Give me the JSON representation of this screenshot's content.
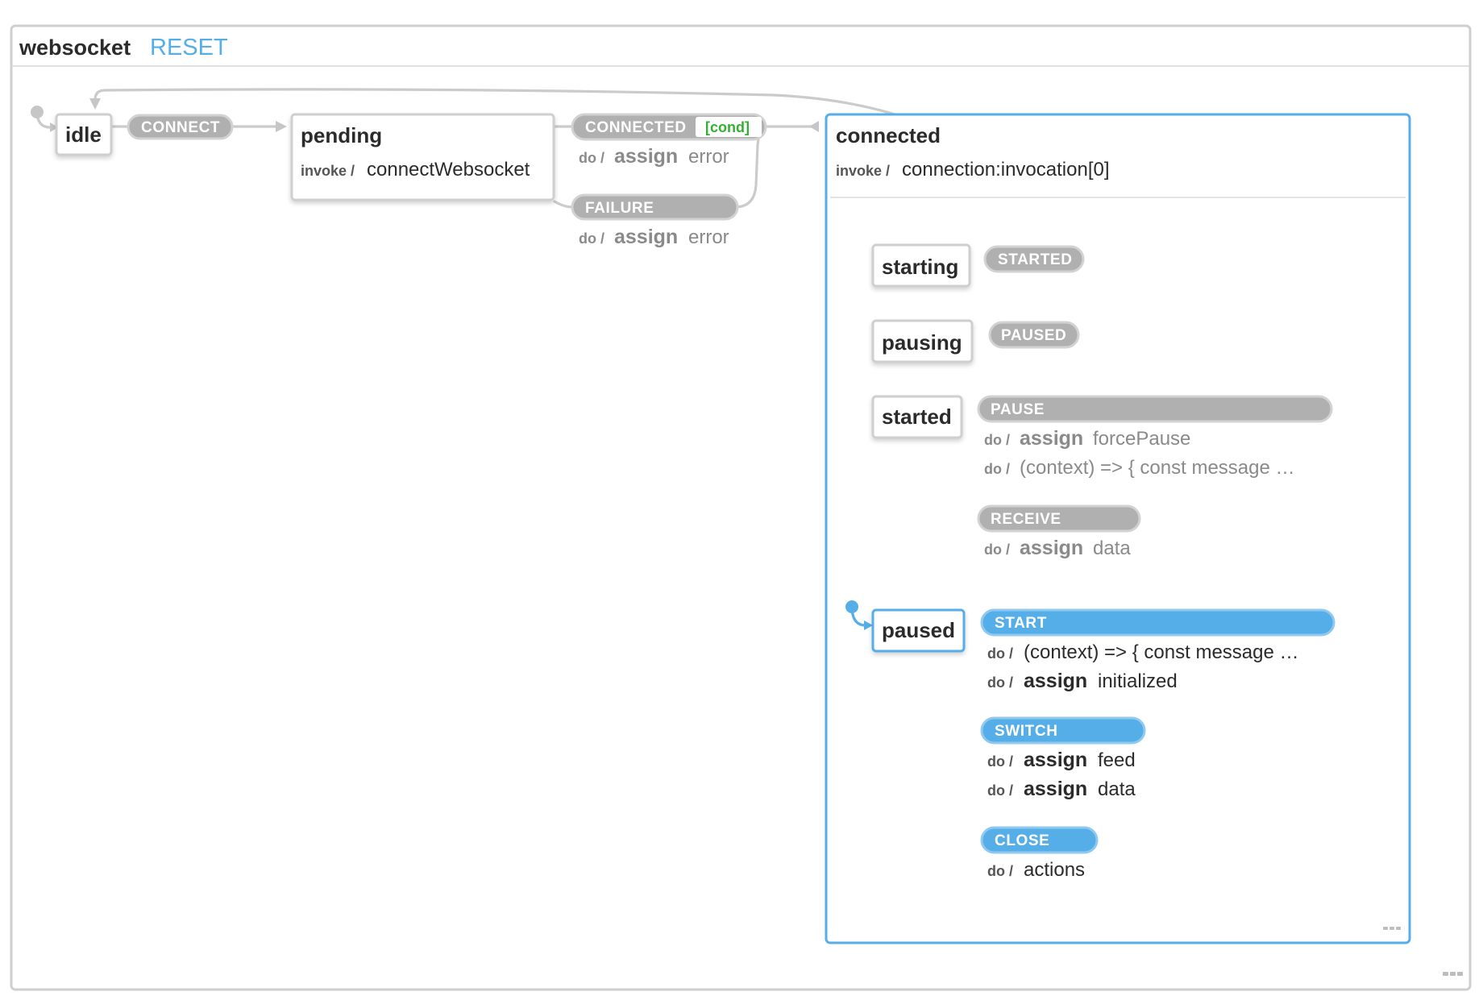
{
  "machine": {
    "title": "websocket",
    "reset_label": "RESET"
  },
  "states": {
    "idle": {
      "name": "idle"
    },
    "pending": {
      "name": "pending",
      "invoke_label": "invoke /",
      "invoke_value": "connectWebsocket"
    },
    "connected": {
      "name": "connected",
      "invoke_label": "invoke /",
      "invoke_value": "connection:invocation[0]"
    },
    "starting": {
      "name": "starting"
    },
    "pausing": {
      "name": "pausing"
    },
    "started": {
      "name": "started"
    },
    "paused": {
      "name": "paused"
    }
  },
  "transitions": {
    "connect": {
      "event": "CONNECT"
    },
    "connected_evt": {
      "event": "CONNECTED",
      "guard": "[cond]",
      "do_label": "do /",
      "action_keyword": "assign",
      "action_value": "error"
    },
    "failure": {
      "event": "FAILURE",
      "do_label": "do /",
      "action_keyword": "assign",
      "action_value": "error"
    },
    "started_evt": {
      "event": "STARTED"
    },
    "paused_evt": {
      "event": "PAUSED"
    },
    "pause": {
      "event": "PAUSE",
      "actions": [
        {
          "do_label": "do /",
          "keyword": "assign",
          "value": "forcePause"
        },
        {
          "do_label": "do /",
          "value": "(context) => { const message …"
        }
      ]
    },
    "receive": {
      "event": "RECEIVE",
      "do_label": "do /",
      "action_keyword": "assign",
      "action_value": "data"
    },
    "start": {
      "event": "START",
      "actions": [
        {
          "do_label": "do /",
          "value": "(context) => { const message …"
        },
        {
          "do_label": "do /",
          "keyword": "assign",
          "value": "initialized"
        }
      ]
    },
    "switch_evt": {
      "event": "SWITCH",
      "actions": [
        {
          "do_label": "do /",
          "keyword": "assign",
          "value": "feed"
        },
        {
          "do_label": "do /",
          "keyword": "assign",
          "value": "data"
        }
      ]
    },
    "close": {
      "event": "CLOSE",
      "do_label": "do /",
      "action_value": "actions"
    }
  },
  "colors": {
    "active": "#55aee8",
    "inactive": "#b0b0b0",
    "edge": "#cbcbcb",
    "guard": "#33b033"
  },
  "icons": {
    "more_inner": "ellipsis-icon",
    "more_outer": "ellipsis-icon"
  }
}
